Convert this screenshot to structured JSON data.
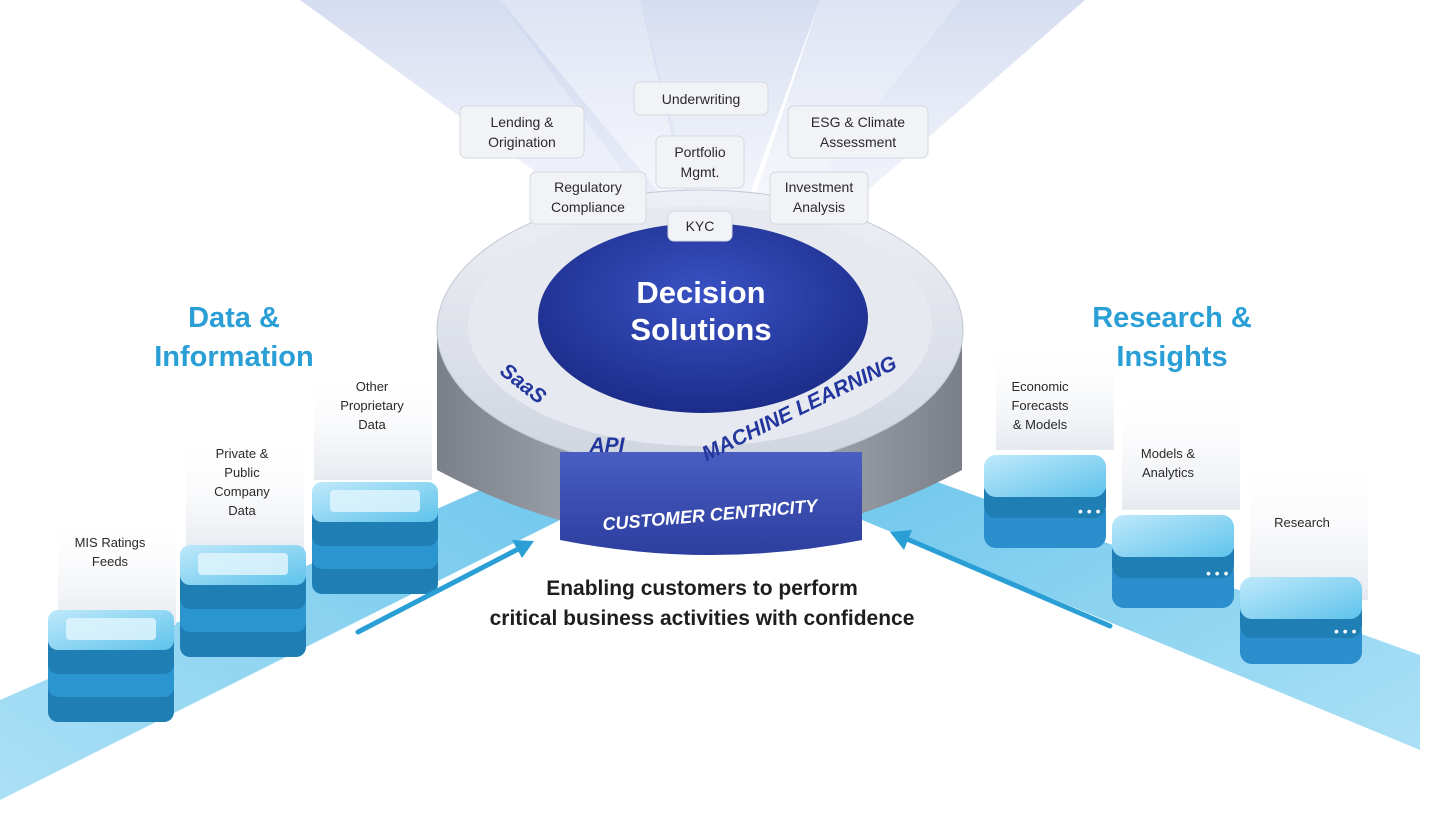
{
  "center": {
    "title_line1": "Decision",
    "title_line2": "Solutions",
    "ring_labels": {
      "saas": "SaaS",
      "api": "API",
      "machine_learning": "MACHINE LEARNING"
    },
    "band_label": "CUSTOMER CENTRICITY"
  },
  "use_cases": [
    {
      "lines": [
        "Underwriting"
      ]
    },
    {
      "lines": [
        "Lending &",
        "Origination"
      ]
    },
    {
      "lines": [
        "ESG & Climate",
        "Assessment"
      ]
    },
    {
      "lines": [
        "Portfolio",
        "Mgmt."
      ]
    },
    {
      "lines": [
        "Regulatory",
        "Compliance"
      ]
    },
    {
      "lines": [
        "Investment",
        "Analysis"
      ]
    },
    {
      "lines": [
        "KYC"
      ]
    }
  ],
  "left_section": {
    "title_line1": "Data &",
    "title_line2": "Information",
    "items": [
      {
        "lines": [
          "MIS Ratings",
          "Feeds"
        ]
      },
      {
        "lines": [
          "Private &",
          "Public",
          "Company",
          "Data"
        ]
      },
      {
        "lines": [
          "Other",
          "Proprietary",
          "Data"
        ]
      }
    ]
  },
  "right_section": {
    "title_line1": "Research &",
    "title_line2": "Insights",
    "items": [
      {
        "lines": [
          "Economic",
          "Forecasts",
          "& Models"
        ]
      },
      {
        "lines": [
          "Models &",
          "Analytics"
        ]
      },
      {
        "lines": [
          "Research"
        ]
      }
    ]
  },
  "tagline": {
    "line1": "Enabling customers to perform",
    "line2": "critical business activities with confidence"
  },
  "colors": {
    "accent_blue": "#2a9fd6",
    "navy": "#1d2f8f",
    "band_blue": "#3b4fb5",
    "ring_gray": "#d9dde6",
    "stream_blue": "#5cc3ea"
  }
}
